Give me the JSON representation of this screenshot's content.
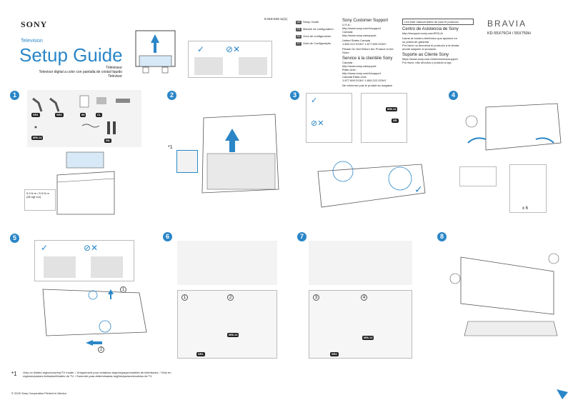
{
  "doc_code": "5-019-533-11(1)",
  "brand": "SONY",
  "category": "Television",
  "title": "Setup Guide",
  "subtitle_fr": "Téléviseur",
  "subtitle_es": "Televisor digital a color con pantalla de cristal líquido",
  "subtitle_pt": "Televisor",
  "languages": [
    {
      "code": "US",
      "label": "Setup Guide"
    },
    {
      "code": "FR",
      "label": "Manuel de configuration"
    },
    {
      "code": "ES",
      "label": "Guía de configuración"
    },
    {
      "code": "PT",
      "label": "Guia de Configuração"
    }
  ],
  "support": {
    "title_en": "Sony Customer Support",
    "us_label": "U.S.A.:",
    "us_url": "http://www.sony.com/tvsupport",
    "ca_label": "Canada:",
    "ca_url": "http://www.sony.ca/support",
    "phone_line": "United States  Canada",
    "phones": "1.800.222.SONY     1.877.899.SONY",
    "store_note": "Please Do Not Return the Product to the Store",
    "title_fr": "Service à la clientèle Sony",
    "fr_ca_label": "Canada :",
    "fr_ca_url": "http://www.sony.ca/support",
    "fr_us_label": "États-Unis :",
    "fr_us_url": "http://www.sony.com/tvsupport",
    "fr_phone_line": "Canada                États-Unis",
    "fr_phones": "1.877.899.SONY       1.800.222.SONY",
    "fr_store_note": "Ne retournez pas le produit au magasin"
  },
  "es_info": {
    "banner": "Lea este manual antes de usar el producto",
    "title": "Centro de Asistencia de Sony",
    "url": "http://esupport.sony.com/ES/LA/",
    "line1": "Llame al número telefónico que aparece en",
    "line2": "su póliza de garantía",
    "line3": "Por favor no devuelva el producto a la tienda",
    "line4": "donde adquirió el producto",
    "pt_title": "Suporte ao Cliente Sony",
    "pt_url": "https://www.sony.com.br/electronics/support",
    "pt_note": "Por favor, não devolva o produto à loja"
  },
  "bravia": "BRAVIA",
  "models": "KD-55X75CH / 55X750H",
  "steps": [
    {
      "num": "1"
    },
    {
      "num": "2"
    },
    {
      "num": "3"
    },
    {
      "num": "4"
    },
    {
      "num": "5"
    },
    {
      "num": "6"
    },
    {
      "num": "7"
    },
    {
      "num": "8"
    }
  ],
  "parts": [
    "SR1",
    "SR2",
    "IM",
    "CL",
    "M5L14",
    "SN"
  ],
  "step1_screw": "5.5 N·m / 5.5 N·m\n(56 kgf·cm)",
  "step2_asterisk": "*1",
  "step3_tags": [
    "M5L14",
    "SR"
  ],
  "step4_count": "x 6",
  "step5_labels": [
    "1",
    "2"
  ],
  "step6_labels": [
    "1",
    "2",
    "SR1",
    "M5L14"
  ],
  "step7_labels": [
    "3",
    "4",
    "SR2",
    "M5L14"
  ],
  "footnote_mark": "*1",
  "footnote": "Only on limited region/country/TV model. / Uniquement pour certaines régions/pays/modèles de téléviseurs. / Sólo en regiones/países limitados/Modelo de TV. / Somente para determinadas regiões/países/modelos de TV.",
  "copyright": "© 2020 Sony Corporation  Printed in Mexico",
  "colors": {
    "accent": "#2a86c7",
    "dark": "#222222"
  }
}
